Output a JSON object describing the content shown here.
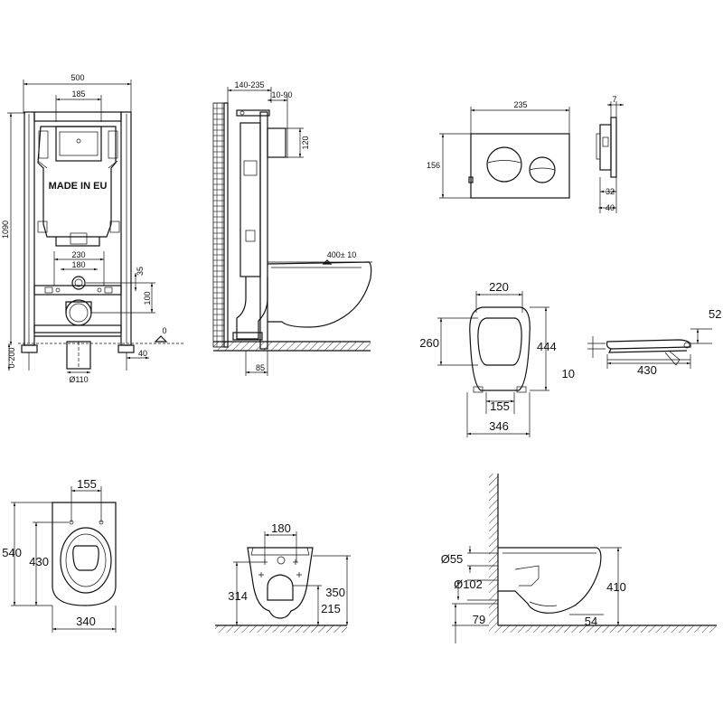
{
  "frame_front": {
    "width": "500",
    "top_pad": "185",
    "height": "1090",
    "stamp": "MADE IN EU",
    "pipe_span_outer": "230",
    "pipe_span_inner": "180",
    "dim_35": "35",
    "dim_100": "100",
    "dim_zero": "0",
    "leg_adjust": "0-200",
    "dim_40": "40",
    "outlet_dia": "Ø110"
  },
  "frame_side": {
    "depth": "140-235",
    "offset": "10-90",
    "inlet_h": "120",
    "bolt_span": "400± 10",
    "bottom": "85"
  },
  "plate": {
    "width": "235",
    "height": "156",
    "thickness": "7",
    "depth_32": "32",
    "depth_40": "40"
  },
  "seat_top": {
    "width": "220",
    "inner_len": "260",
    "total_len": "444",
    "hinge": "155",
    "base": "346"
  },
  "seat_side": {
    "height": "52",
    "thick": "10",
    "length": "430"
  },
  "bowl_top": {
    "hole_span": "155",
    "length": "540",
    "inner": "430",
    "width": "340"
  },
  "bowl_back": {
    "hole_span": "180",
    "height_314": "314",
    "height_350": "350",
    "height_215": "215"
  },
  "bowl_side": {
    "dia_55": "Ø55",
    "dia_102": "Ø102",
    "dim_79": "79",
    "dim_54": "54",
    "height": "410"
  }
}
